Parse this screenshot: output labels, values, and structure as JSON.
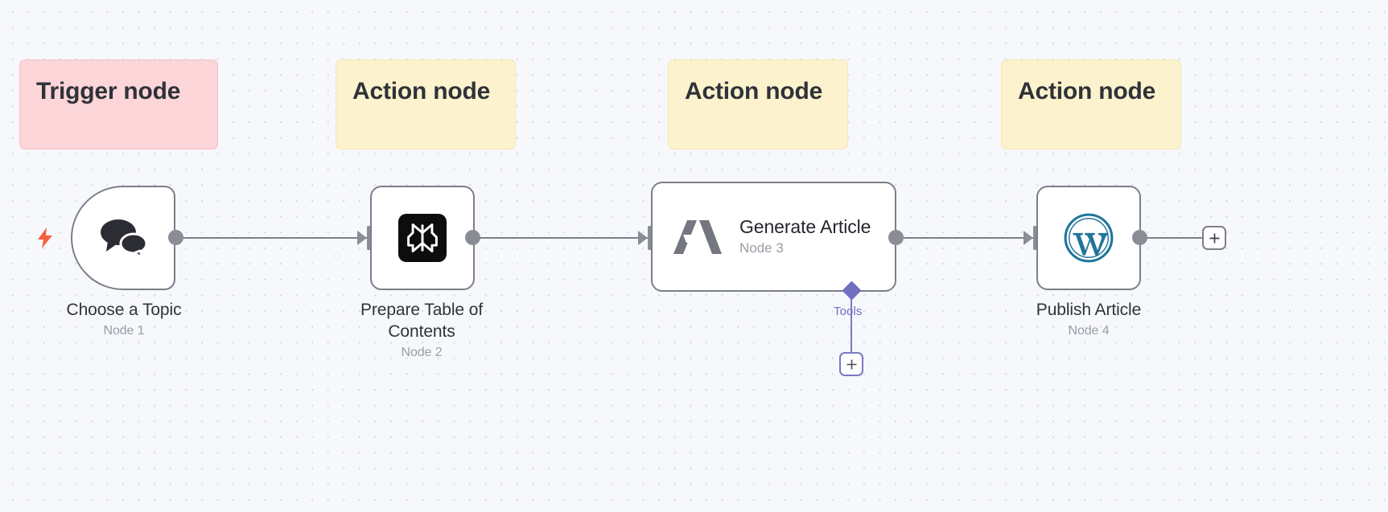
{
  "canvas": {
    "background_color": "#F7F8FC",
    "dot_grid_color": "#D5D7DE"
  },
  "annotations": [
    {
      "id": "trigger-note",
      "label": "Trigger node",
      "kind": "trigger",
      "color": "#FBD5D8"
    },
    {
      "id": "action-note-1",
      "label": "Action node",
      "kind": "action",
      "color": "#FCF3CE"
    },
    {
      "id": "action-note-2",
      "label": "Action node",
      "kind": "action",
      "color": "#FCF3CE"
    },
    {
      "id": "action-note-3",
      "label": "Action node",
      "kind": "action",
      "color": "#FCF3CE"
    }
  ],
  "nodes": [
    {
      "id": "node-1",
      "title": "Choose a Topic",
      "subtitle": "Node 1",
      "icon": "chat-bubbles-icon",
      "type": "trigger",
      "has_trigger_bolt": true,
      "bolt_color": "#F4613E"
    },
    {
      "id": "node-2",
      "title": "Prepare Table of Contents",
      "subtitle": "Node 2",
      "icon": "perplexity-icon",
      "type": "action",
      "icon_background": "#0D0D0D"
    },
    {
      "id": "node-3",
      "title": "Generate Article",
      "subtitle": "Node 3",
      "icon": "anthropic-icon",
      "type": "action",
      "icon_color": "#74777F",
      "label_inside": true
    },
    {
      "id": "node-4",
      "title": "Publish Article",
      "subtitle": "Node 4",
      "icon": "wordpress-icon",
      "type": "action",
      "icon_color": "#21759B"
    }
  ],
  "connectors": {
    "tools_label": "Tools",
    "tools_color": "#6F6EC0",
    "wire_color": "#7C7F8A"
  },
  "buttons": {
    "add_tool": {
      "name": "add-tool-button",
      "glyph": "+",
      "color": "#7A79C4"
    },
    "add_node": {
      "name": "add-node-button",
      "glyph": "+",
      "color": "#7C7F8A"
    }
  }
}
